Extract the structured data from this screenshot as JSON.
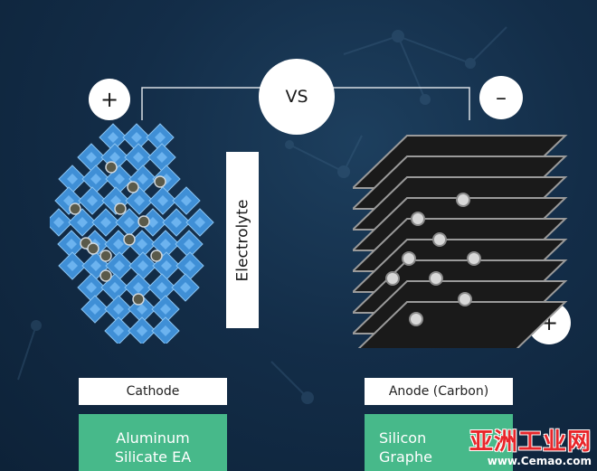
{
  "diagram": {
    "vs_label": "VS",
    "cathode_sign": "+",
    "anode_sign": "–",
    "anode_extra_sign": "+",
    "electrolyte_label": "Electrolyte",
    "cathode_label": "Cathode",
    "anode_label": "Anode (Carbon)",
    "cathode_material_line1": "Aluminum",
    "cathode_material_line2": "Silicate EA",
    "anode_material_line1": "Silicon",
    "anode_material_line2": "Graphe",
    "colors": {
      "background": "#132d48",
      "crystal": "#3f8fd6",
      "material_box": "#47b98a",
      "watermark": "#e8262a"
    }
  },
  "watermark": {
    "text_cn": "亚洲工业网",
    "url": "www.Cemao.com"
  }
}
